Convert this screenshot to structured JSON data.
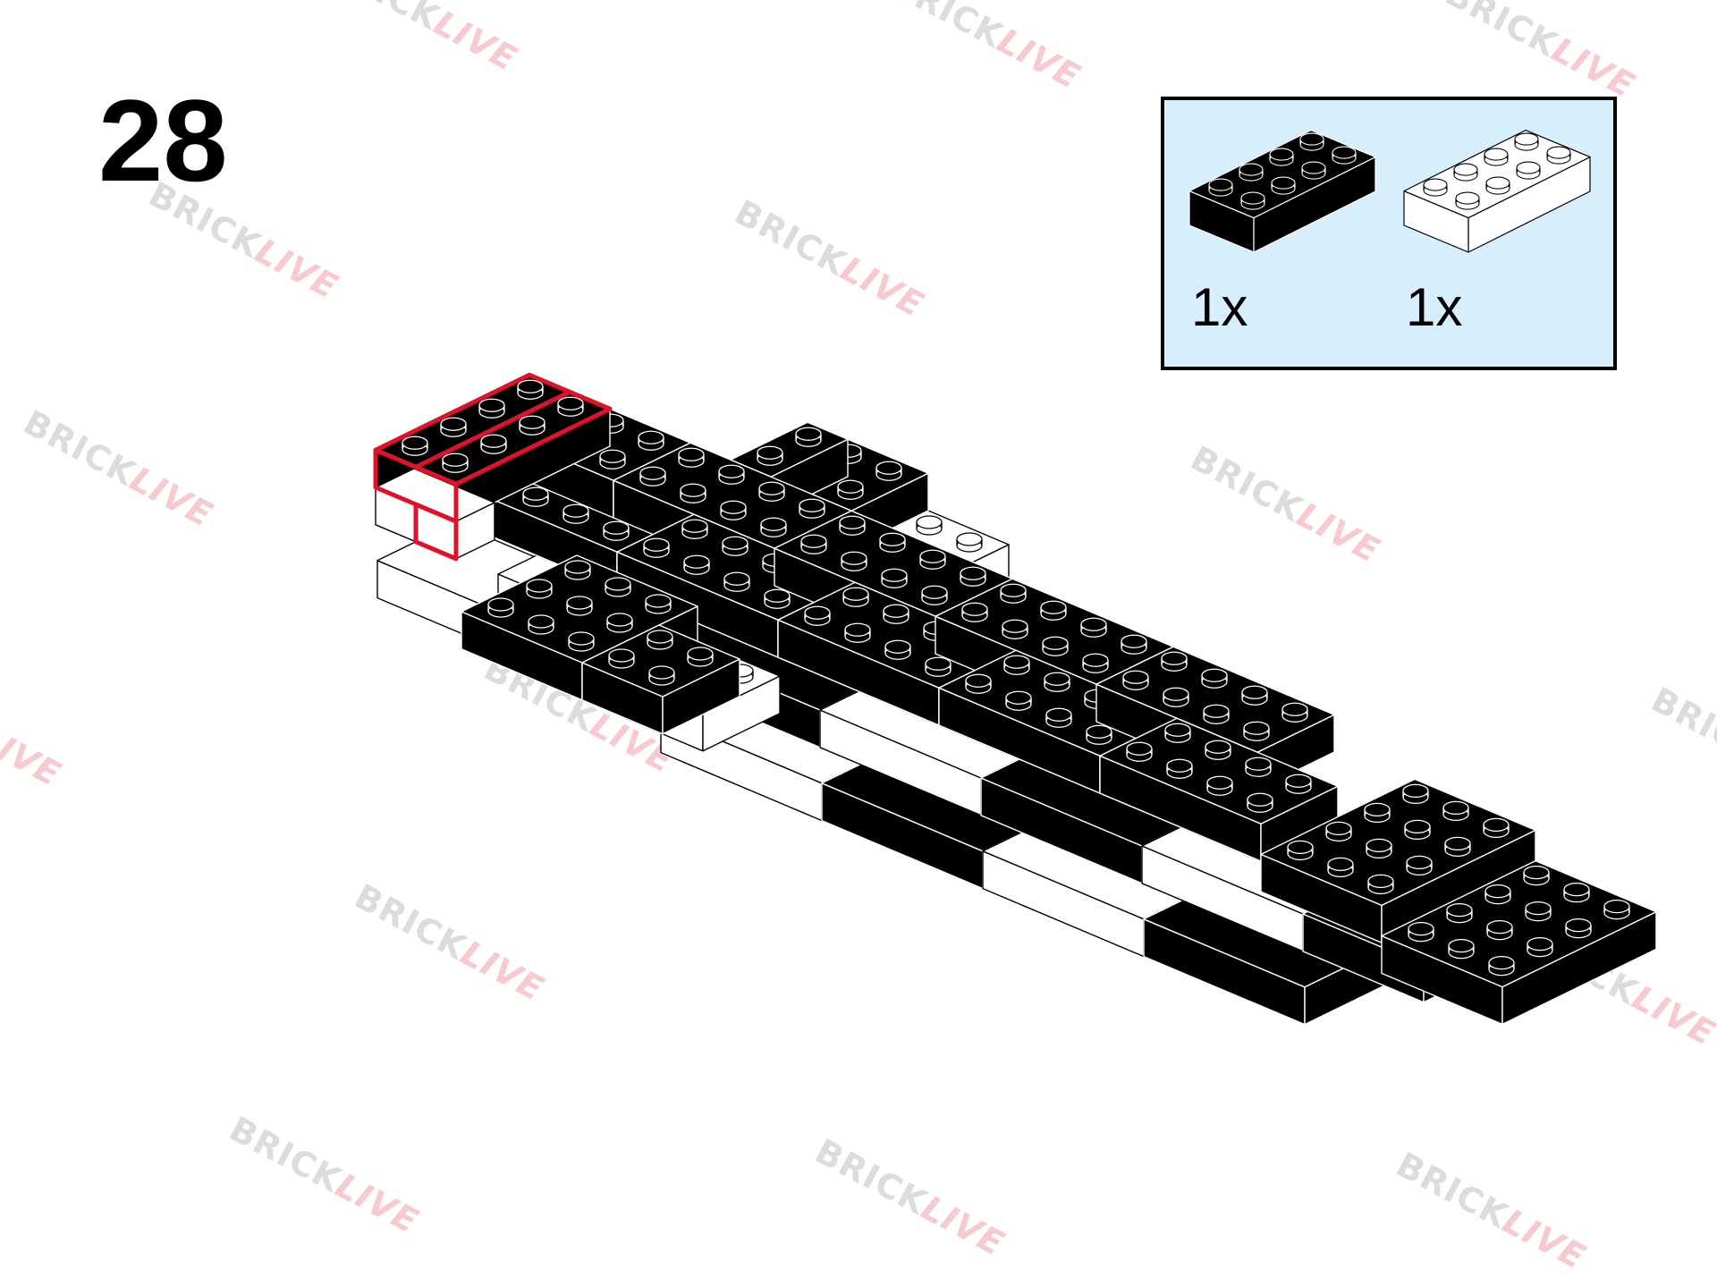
{
  "step": {
    "number": "28"
  },
  "parts_list": [
    {
      "name": "brick-2x4-black",
      "quantity": "1x",
      "color": "#000000"
    },
    {
      "name": "brick-2x4-white",
      "quantity": "1x",
      "color": "#ffffff"
    }
  ],
  "watermark": {
    "part1": "BRICK",
    "part2": "LIVE"
  },
  "colors": {
    "highlight": "#e0112b",
    "panel_bg": "#d7eefc",
    "brick_dark": "#000000",
    "brick_light": "#ffffff"
  }
}
